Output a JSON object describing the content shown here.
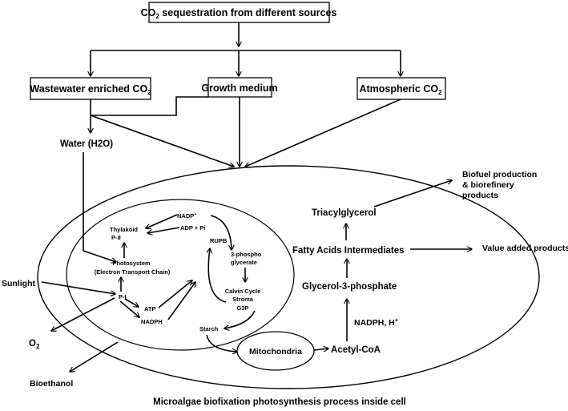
{
  "title": {
    "main": "CO",
    "sub": "2",
    "rest": " sequestration from different sources"
  },
  "sources": {
    "wastewater": {
      "main": "Wastewater enriched CO",
      "sub": "2"
    },
    "growth_medium": "Growth medium",
    "atmospheric": {
      "main": "Atmospheric CO",
      "sub": "2"
    }
  },
  "water": "Water (H2O)",
  "sunlight": "Sunlight",
  "oxygen": {
    "main": "O",
    "sub": "2"
  },
  "bioethanol": "Bioethanol",
  "chloroplast": {
    "thylakoid": "Thylakoid",
    "p2": "P-II",
    "photosystem": "Photosystem",
    "etc": "(Electron Transport Chain)",
    "p1": "P-I",
    "atp": "ATP",
    "nadph": "NADPH",
    "nadp": {
      "main": "NADP",
      "sup": "+"
    },
    "adp_pi": "ADP + Pi",
    "rupb": "RUPB",
    "phospho1": "3-phospho",
    "phospho2": "glycerate",
    "calvin1": "Calvin Cycle",
    "calvin2": "Stroma",
    "calvin3": "G3P",
    "starch": "Starch"
  },
  "mitochondria": "Mitochondria",
  "acetyl_coa": "Acetyl-CoA",
  "nadph_h": {
    "main": "NADPH, H",
    "sup": "+"
  },
  "glycerol_3_phosphate": "Glycerol-3-phosphate",
  "fatty_acids": "Fatty Acids Intermediates",
  "triacylglycerol": "Triacylglycerol",
  "value_added": "Value added products",
  "biofuel": {
    "line1": "Biofuel production",
    "line2": "& biorefinery",
    "line3": "products"
  },
  "caption": "Microalgae biofixation photosynthesis process inside cell"
}
